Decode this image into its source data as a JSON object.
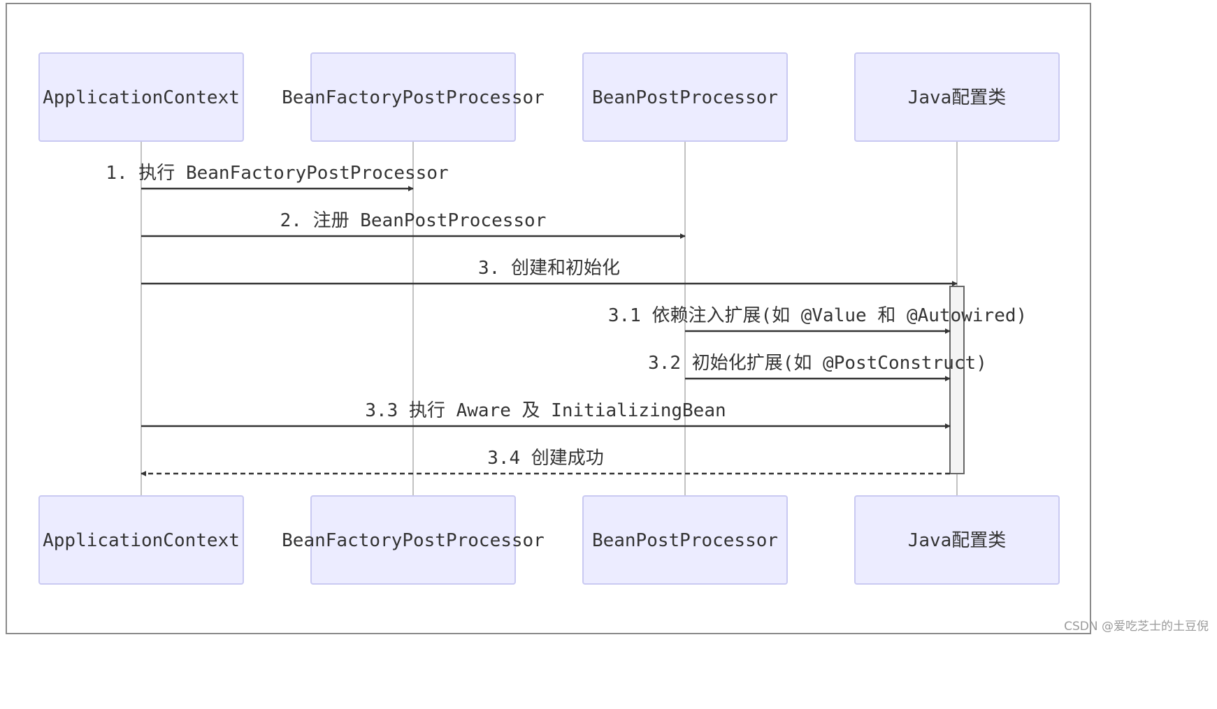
{
  "diagram": {
    "type": "sequence",
    "participants": [
      {
        "id": "ctx",
        "label": "ApplicationContext"
      },
      {
        "id": "bfpp",
        "label": "BeanFactoryPostProcessor"
      },
      {
        "id": "bpp",
        "label": "BeanPostProcessor"
      },
      {
        "id": "cfg",
        "label": "Java配置类"
      }
    ],
    "messages": [
      {
        "from": "ctx",
        "to": "bfpp",
        "text": "1. 执行 BeanFactoryPostProcessor",
        "style": "solid"
      },
      {
        "from": "ctx",
        "to": "bpp",
        "text": "2. 注册 BeanPostProcessor",
        "style": "solid"
      },
      {
        "from": "ctx",
        "to": "cfg",
        "text": "3. 创建和初始化",
        "style": "solid"
      },
      {
        "from": "bpp",
        "to": "cfg",
        "text": "3.1 依赖注入扩展(如 @Value 和 @Autowired)",
        "style": "solid"
      },
      {
        "from": "bpp",
        "to": "cfg",
        "text": "3.2 初始化扩展(如 @PostConstruct)",
        "style": "solid"
      },
      {
        "from": "ctx",
        "to": "cfg",
        "text": "3.3 执行 Aware 及 InitializingBean",
        "style": "solid"
      },
      {
        "from": "cfg",
        "to": "ctx",
        "text": "3.4 创建成功",
        "style": "dashed"
      }
    ],
    "colors": {
      "participant_fill": "#ececff",
      "participant_border": "#c9c9f2",
      "line": "#333333",
      "lifeline": "#999999"
    }
  },
  "watermark": "CSDN @爱吃芝士的土豆倪"
}
